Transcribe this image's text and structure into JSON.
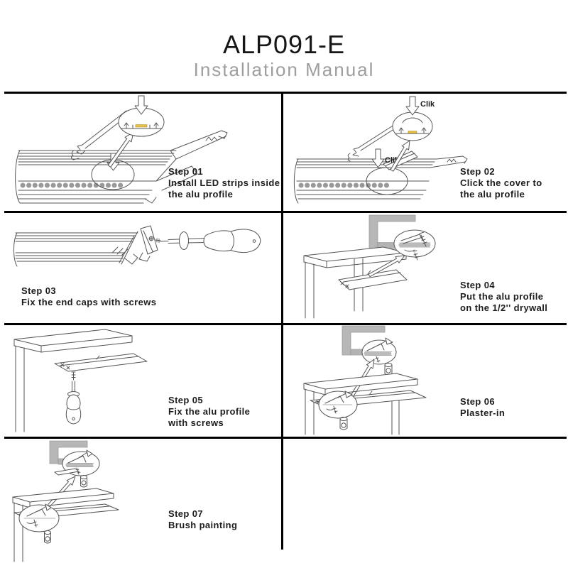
{
  "header": {
    "title": "ALP091-E",
    "subtitle": "Installation Manual"
  },
  "labels": {
    "clik": "Clik"
  },
  "steps": [
    {
      "label": "Step 01",
      "lines": [
        "Install LED strips inside",
        "the alu profile"
      ]
    },
    {
      "label": "Step 02",
      "lines": [
        "Click the cover to",
        "the alu profile"
      ]
    },
    {
      "label": "Step 03",
      "lines": [
        "Fix the end caps with screws"
      ]
    },
    {
      "label": "Step 04",
      "lines": [
        "Put the alu profile",
        "on the 1/2'' drywall"
      ]
    },
    {
      "label": "Step 05",
      "lines": [
        "Fix the alu profile",
        "with screws"
      ]
    },
    {
      "label": "Step 06",
      "lines": [
        "Plaster-in"
      ]
    },
    {
      "label": "Step 07",
      "lines": [
        "Brush painting"
      ]
    }
  ],
  "icons": {
    "press_arrow": "hollow-down-arrow",
    "zoom_arrow": "hollow-diagonal-arrow",
    "detail_circle": "magnified-detail-ellipse",
    "plaster_tool": "plaster-jar-icon",
    "brush_tool": "paint-brush-icon"
  },
  "colors": {
    "rule_black": "#000000",
    "subtitle_gray": "#9e9e9e",
    "line_art": "#555555",
    "drywall_gray": "#b7b7b7",
    "led_yellow": "#e8c04a"
  }
}
